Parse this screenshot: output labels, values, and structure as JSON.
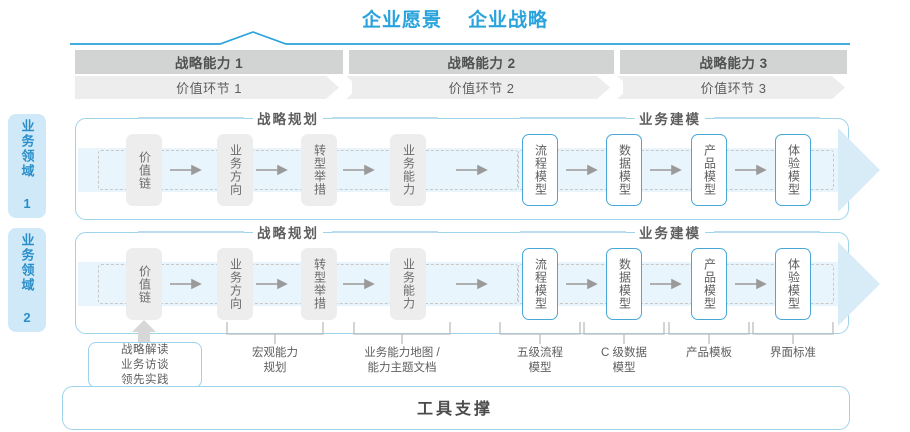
{
  "header": {
    "vision_label": "企业愿景",
    "strategy_label": "企业战略",
    "accent_color": "#2aa3dd"
  },
  "capability_bands": [
    {
      "label": "战略能力 1",
      "value_label": "价值环节 1"
    },
    {
      "label": "战略能力 2",
      "value_label": "价值环节 2"
    },
    {
      "label": "战略能力 3",
      "value_label": "价值环节 3"
    }
  ],
  "domains": [
    {
      "side_label": "业务领域 1",
      "sections": [
        {
          "caption": "战略规划"
        },
        {
          "caption": "业务建模"
        }
      ],
      "steps": [
        {
          "label": "价值链",
          "style": "gray"
        },
        {
          "label": "业务方向",
          "style": "gray"
        },
        {
          "label": "转型举措",
          "style": "gray"
        },
        {
          "label": "业务能力",
          "style": "gray"
        },
        {
          "label": "流程模型",
          "style": "blue"
        },
        {
          "label": "数据模型",
          "style": "blue"
        },
        {
          "label": "产品模型",
          "style": "blue"
        },
        {
          "label": "体验模型",
          "style": "blue"
        }
      ]
    },
    {
      "side_label": "业务领域 2",
      "sections": [
        {
          "caption": "战略规划"
        },
        {
          "caption": "业务建模"
        }
      ],
      "steps": [
        {
          "label": "价值链",
          "style": "gray"
        },
        {
          "label": "业务方向",
          "style": "gray"
        },
        {
          "label": "转型举措",
          "style": "gray"
        },
        {
          "label": "业务能力",
          "style": "gray"
        },
        {
          "label": "流程模型",
          "style": "blue"
        },
        {
          "label": "数据模型",
          "style": "blue"
        },
        {
          "label": "产品模型",
          "style": "blue"
        },
        {
          "label": "体验模型",
          "style": "blue"
        }
      ]
    }
  ],
  "tools": {
    "card": "战略解读\n业务访谈\n领先实践",
    "labels": [
      "宏观能力\n规划",
      "业务能力地图 /\n能力主题文档",
      "五级流程\n模型",
      "C 级数据\n模型",
      "产品模板",
      "界面标准"
    ],
    "support_label": "工具支撑"
  }
}
